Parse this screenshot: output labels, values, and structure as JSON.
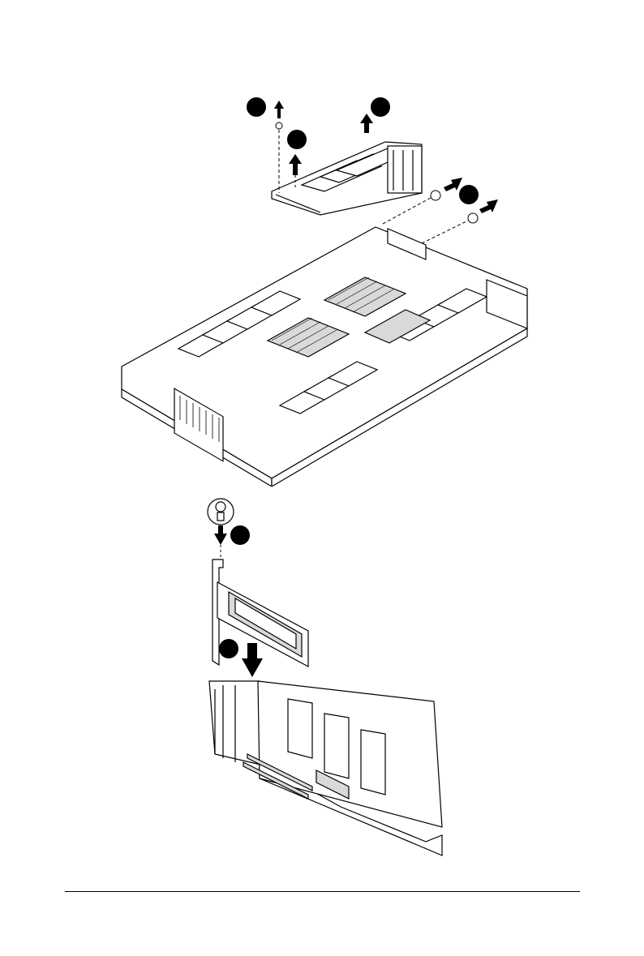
{
  "page": {
    "title": "",
    "footer_text": ""
  },
  "top_figure": {
    "parts": [
      "riser-bracket-icon",
      "server-chassis-icon",
      "screw-icon"
    ]
  },
  "bottom_figure": {
    "parts": [
      "screw-icon",
      "expansion-card-icon",
      "riser-cage-icon"
    ]
  },
  "step_badges": [
    {
      "id": "badge-1",
      "label": ""
    },
    {
      "id": "badge-2",
      "label": ""
    },
    {
      "id": "badge-3",
      "label": ""
    },
    {
      "id": "badge-4",
      "label": ""
    },
    {
      "id": "badge-5",
      "label": ""
    },
    {
      "id": "badge-6",
      "label": ""
    }
  ],
  "colors": {
    "line": "#000000",
    "fill_light": "#ffffff",
    "fill_gray": "#d9d9d9"
  }
}
